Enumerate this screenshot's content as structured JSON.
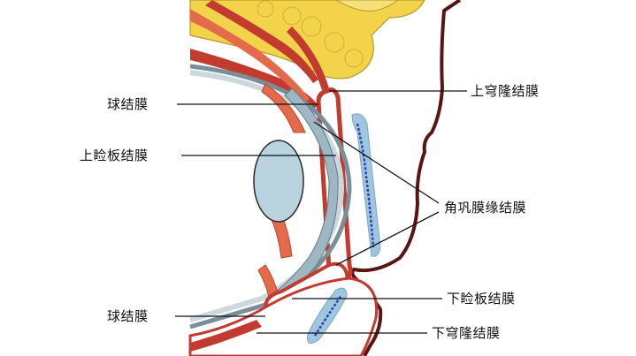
{
  "labels": {
    "bulbar_conjunctiva_upper": "球结膜",
    "upper_tarsal_conjunctiva": "上睑板结膜",
    "bulbar_conjunctiva_lower": "球结膜",
    "superior_fornix_conjunctiva": "上穹隆结膜",
    "limbal_conjunctiva": "角巩膜缘结膜",
    "lower_tarsal_conjunctiva": "下睑板结膜",
    "inferior_fornix_conjunctiva": "下穹隆结膜"
  },
  "colors": {
    "fat": "#f3d34a",
    "lid_tissue": "#c33a2f",
    "skin_outline": "#5a1414",
    "lens": "#b9d3df",
    "gland": "#9ec6dd",
    "gland_duct": "#2a3fb8",
    "muscle": "#e46a4c",
    "conjunctiva": "#9fb7c2"
  }
}
